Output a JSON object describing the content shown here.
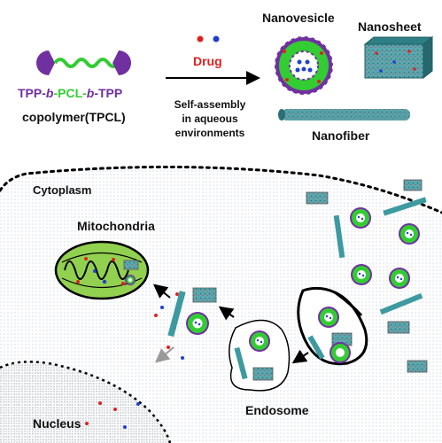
{
  "top": {
    "polymer": {
      "tpp1": "TPP-",
      "b1": "b",
      "pcl": "-PCL-",
      "b2": "b",
      "tpp2": "-TPP"
    },
    "copolymer_label": "copolymer(TPCL)",
    "drug_label": "Drug",
    "assembly_lines": [
      "Self-assembly",
      "in aqueous",
      "environments"
    ],
    "nanovesicle_label": "Nanovesicle",
    "nanosheet_label": "Nanosheet",
    "nanofiber_label": "Nanofiber"
  },
  "cell": {
    "cytoplasm_label": "Cytoplasm",
    "mitochondria_label": "Mitochondria",
    "endosome_label": "Endosome",
    "nucleus_label": "Nucleus"
  },
  "colors": {
    "tpp": "#7030a0",
    "pcl": "#33cc33",
    "drug_red": "#e02020",
    "drug_blue": "#1f3fd0",
    "drug_text": "#e02020",
    "sheet": "#3d9aa0",
    "mito_fill": "#92d050",
    "dot_pattern": "#a9b2bd"
  }
}
